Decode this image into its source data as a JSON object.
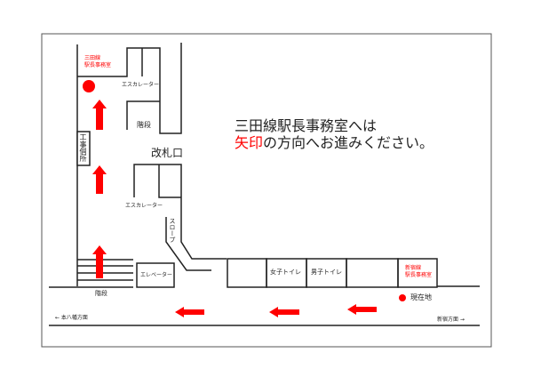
{
  "notice": {
    "line1": "三田線駅長事務室へは",
    "line2_red": "矢印",
    "line2_rest": "の方向へお進みください。"
  },
  "labels": {
    "mita_office": [
      "三田線",
      "駅長事務室"
    ],
    "shinjuku_office": [
      "新宿線",
      "駅長事務室"
    ],
    "escalator_top": "エスカレーター",
    "escalator_bottom": "エスカレーター",
    "stairs_upper": "階段",
    "stairs_lower": "階段",
    "ticket_gate": "改札口",
    "construction": "工事個所",
    "slope": "スロープ",
    "elevator": "エレベーター",
    "womens_toilet": "女子トイレ",
    "mens_toilet": "男子トイレ",
    "current_location": "現在地",
    "direction_left": "← 本八幡方面",
    "direction_right": "新宿方面 →"
  },
  "colors": {
    "accent": "#ff0000",
    "line": "#222222"
  }
}
